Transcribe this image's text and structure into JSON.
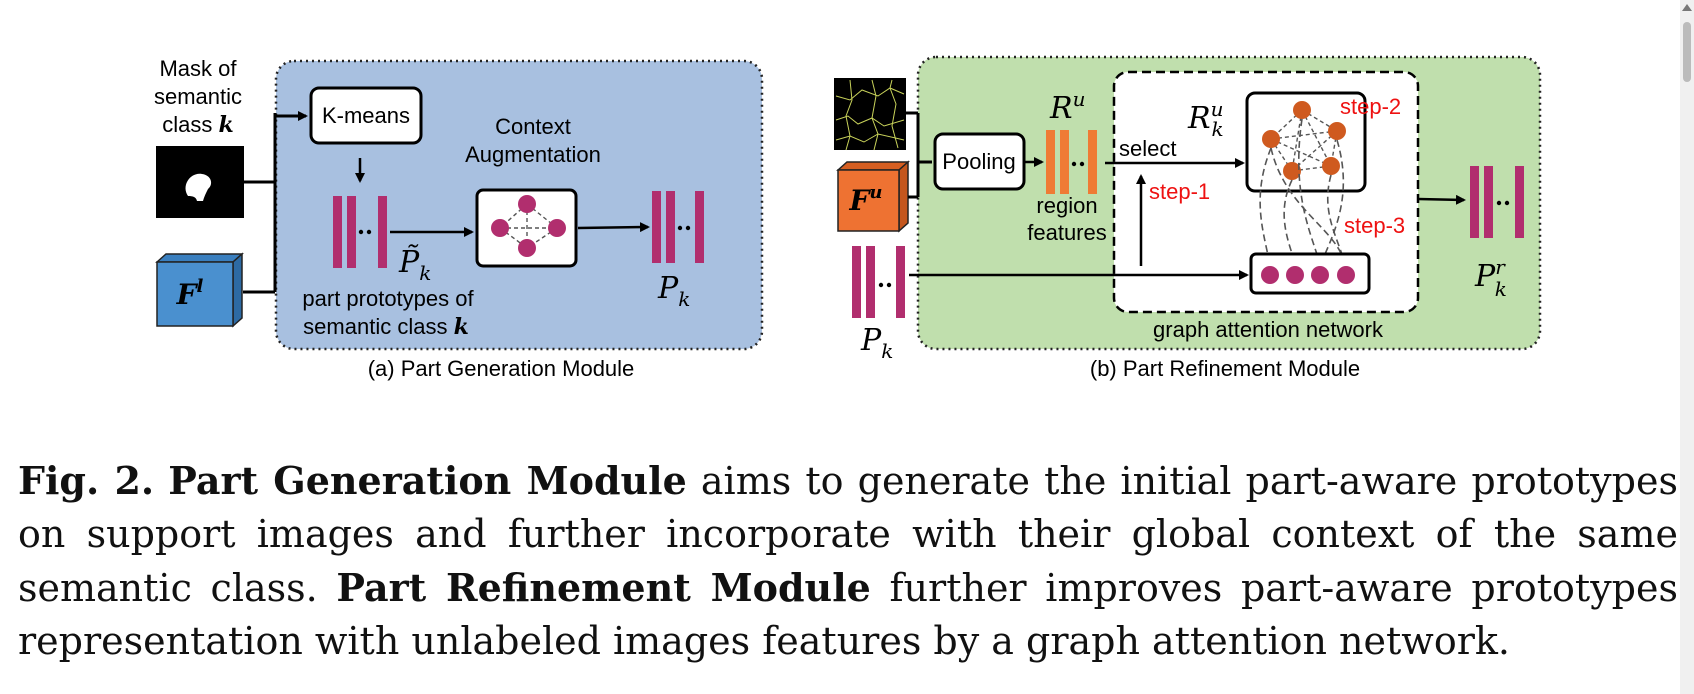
{
  "panel_a": {
    "mask_label_1": "Mask of",
    "mask_label_2": "semantic",
    "mask_label_3": "class",
    "class_var": "k",
    "feature_label": "F",
    "feature_sup": "l",
    "kmeans_label": "K-means",
    "context_label_1": "Context",
    "context_label_2": "Augmentation",
    "proto_tilde_label": "P̃",
    "proto_tilde_sub": "k",
    "parts_label_1": "part prototypes of",
    "parts_label_2": "semantic class",
    "parts_class_var": "k",
    "output_label": "P",
    "output_sub": "k",
    "title": "(a) Part Generation Module"
  },
  "panel_b": {
    "feature_label": "F",
    "feature_sup": "u",
    "pooling_label": "Pooling",
    "region_var": "R",
    "region_sup": "u",
    "region_label_1": "region",
    "region_label_2": "features",
    "select_label": "select",
    "selected_var": "R",
    "selected_sup": "u",
    "selected_sub": "k",
    "step1": "step-1",
    "step2": "step-2",
    "step3": "step-3",
    "proto_in_label": "P",
    "proto_in_sub": "k",
    "output_label": "P",
    "output_sup": "r",
    "output_sub": "k",
    "gat_label": "graph attention network",
    "title": "(b) Part Refinement Module"
  },
  "caption": {
    "fig_label": "Fig. 2.",
    "bold_1": "Part Generation Module",
    "text_1": "aims to generate the initial part-aware prototypes on support images and further incorporate with their global context of the same semantic class.",
    "bold_2": "Part Refinement Module",
    "text_2": "further improves part-aware prototypes representation with unlabeled images features by a graph attention network."
  },
  "colors": {
    "panel_a_bg": "#a8c0e0",
    "panel_b_bg": "#c0dfad",
    "proto_bar": "#b12e6e",
    "region_bar": "#ef7b35",
    "feature_u": "#ee7232",
    "feature_l": "#4a90cf",
    "node_a": "#b12e6e",
    "node_b": "#cf5a1f",
    "step_text": "#ee1111"
  }
}
